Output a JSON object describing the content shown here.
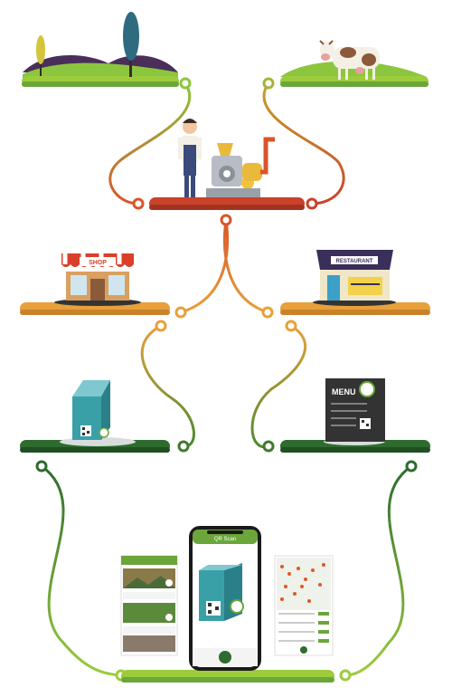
{
  "stages": {
    "shop_sign": "SHOP",
    "restaurant_sign": "RESTAURANT",
    "menu_title": "MENU"
  },
  "phone": {
    "title": "QR Scan"
  },
  "colors": {
    "grass_light": "#8cc63f",
    "grass_dark": "#2e6b2f",
    "orange_path": "#e07a2a",
    "red_path": "#c9422a",
    "green_path": "#6aa63a",
    "gold_path": "#c7a32a",
    "milk_carton": "#3aa0a8",
    "menu_board": "#333333"
  },
  "icons": [
    "tree-icon",
    "cow-icon",
    "farmer-icon",
    "mill-machine-icon",
    "shop-icon",
    "restaurant-icon",
    "milk-carton-icon",
    "menu-board-icon",
    "smartphone-icon",
    "qr-code-icon"
  ]
}
